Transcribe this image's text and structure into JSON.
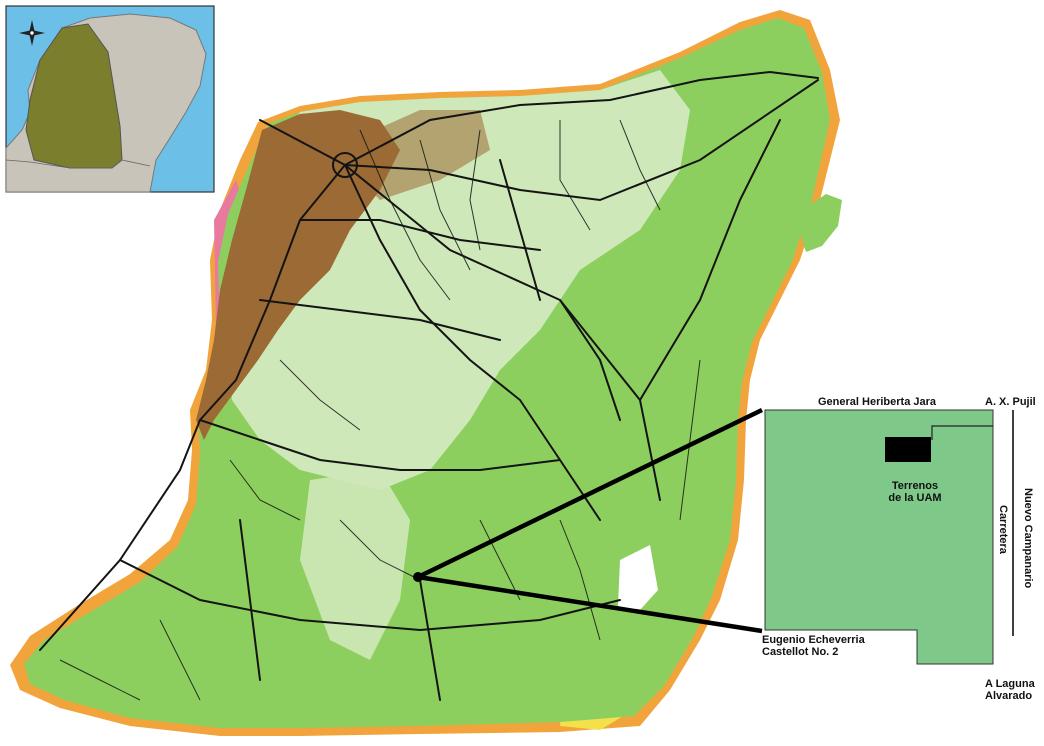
{
  "inset_map": {
    "icon": "compass-rose-icon"
  },
  "main_map": {
    "marker": "site-location-marker"
  },
  "detail_plan": {
    "road_top": "General Heriberta Jara",
    "road_top_right": "A. X. Pujil",
    "site_label_line1": "Terrenos",
    "site_label_line2": "de la UAM",
    "road_right_vertical": "Nuevo Campanario",
    "road_inner_vertical": "Carretera",
    "road_bottom_left_line1": "Eugenio Echeverria",
    "road_bottom_left_line2": "Castellot No. 2",
    "road_bottom_right_line1": "A Laguna",
    "road_bottom_right_line2": "Alvarado"
  },
  "colors": {
    "sea": "#6cc0e8",
    "land_gray": "#c9c4b9",
    "state_olive": "#7b7e2d",
    "forest_green": "#8dcf5f",
    "light_forest": "#cfe8b9",
    "agriculture_brown": "#9b6a35",
    "plan_green": "#7ec889",
    "roads": "#141414",
    "coast_orange": "#f2a43c",
    "coast_pink": "#e87aa0",
    "coast_yellow": "#f3e04a"
  }
}
